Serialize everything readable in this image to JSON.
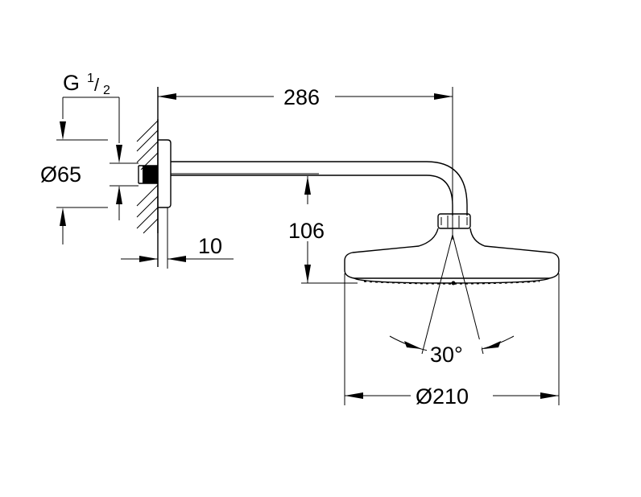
{
  "drawing": {
    "thread": {
      "prefix": "G",
      "numerator": "1",
      "slash": "/",
      "denominator": "2"
    },
    "dimensions": {
      "flange_diameter": "Ø65",
      "arm_length": "286",
      "drop_height": "106",
      "wall_offset": "10",
      "spray_angle": "30°",
      "head_diameter": "Ø210"
    }
  }
}
